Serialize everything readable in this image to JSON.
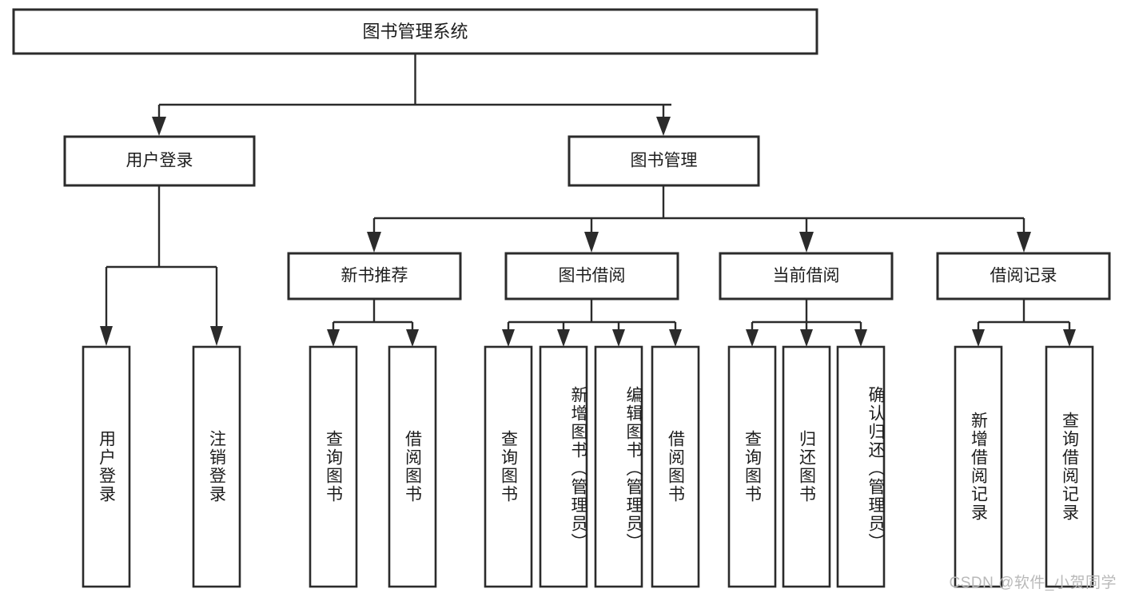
{
  "diagram": {
    "type": "tree-hierarchy",
    "title": "图书管理系统",
    "orientation": "top-down",
    "watermark": "CSDN @软件_小贺同学",
    "colors": {
      "box_stroke": "#2b2b2b",
      "box_fill": "#ffffff",
      "text": "#1d1d1d",
      "connector": "#2b2b2b",
      "watermark": "#b9b9b9",
      "background": "#ffffff"
    },
    "root": {
      "label": "图书管理系统",
      "children": [
        {
          "label": "用户登录",
          "children": [
            {
              "label": "用户登录"
            },
            {
              "label": "注销登录"
            }
          ]
        },
        {
          "label": "图书管理",
          "children": [
            {
              "label": "新书推荐",
              "children": [
                {
                  "label": "查询图书"
                },
                {
                  "label": "借阅图书"
                }
              ]
            },
            {
              "label": "图书借阅",
              "children": [
                {
                  "label": "查询图书"
                },
                {
                  "label": "新增图书（管理员）"
                },
                {
                  "label": "编辑图书（管理员）"
                },
                {
                  "label": "借阅图书"
                }
              ]
            },
            {
              "label": "当前借阅",
              "children": [
                {
                  "label": "查询图书"
                },
                {
                  "label": "归还图书"
                },
                {
                  "label": "确认归还（管理员）"
                }
              ]
            },
            {
              "label": "借阅记录",
              "children": [
                {
                  "label": "新增借阅记录"
                },
                {
                  "label": "查询借阅记录"
                }
              ]
            }
          ]
        }
      ]
    },
    "nodes": {
      "root": {
        "label": "图书管理系统"
      },
      "l1": [
        {
          "label": "用户登录"
        },
        {
          "label": "图书管理"
        }
      ],
      "l2": [
        {
          "label": "新书推荐"
        },
        {
          "label": "图书借阅"
        },
        {
          "label": "当前借阅"
        },
        {
          "label": "借阅记录"
        }
      ],
      "leaves": [
        {
          "label": "用户登录"
        },
        {
          "label": "注销登录"
        },
        {
          "label": "查询图书"
        },
        {
          "label": "借阅图书"
        },
        {
          "label": "查询图书"
        },
        {
          "label": "新增图书（管理员）"
        },
        {
          "label": "编辑图书（管理员）"
        },
        {
          "label": "借阅图书"
        },
        {
          "label": "查询图书"
        },
        {
          "label": "归还图书"
        },
        {
          "label": "确认归还（管理员）"
        },
        {
          "label": "新增借阅记录"
        },
        {
          "label": "查询借阅记录"
        }
      ]
    }
  }
}
